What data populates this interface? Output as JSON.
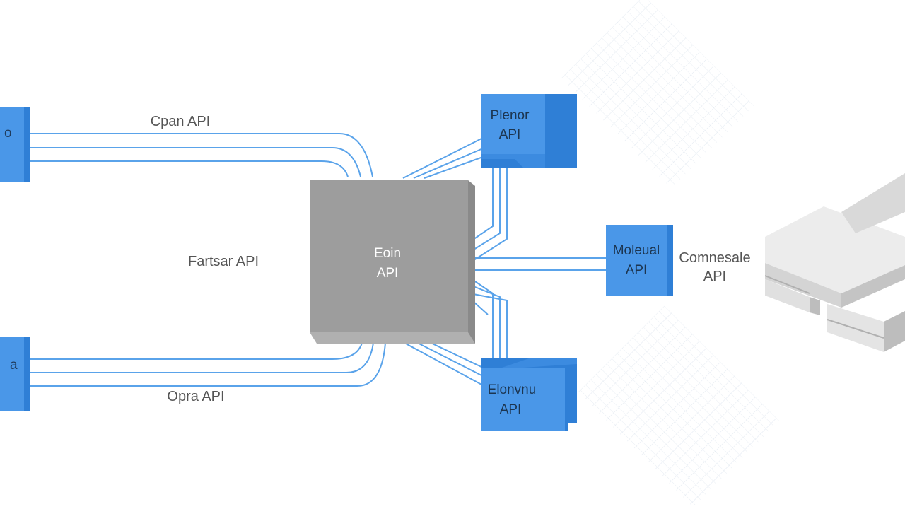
{
  "diagram": {
    "center_node": {
      "line1": "Eoin",
      "line2": "API"
    },
    "left_nodes": {
      "top_text": "o",
      "bottom_text": "a"
    },
    "right_nodes": {
      "top": {
        "line1": "Plenor",
        "line2": "API"
      },
      "middle": {
        "line1": "Moleual",
        "line2": "API"
      },
      "bottom": {
        "line1": "Elonvnu",
        "line2": "API"
      }
    },
    "edge_labels": {
      "top_left": "Cpan API",
      "middle_left": "Fartsar API",
      "bottom_left": "Opra API",
      "right_middle_line1": "Comnesale",
      "right_middle_line2": "API"
    },
    "colors": {
      "node_blue": "#4a97e8",
      "node_blue_side": "#2f7fd6",
      "center_gray": "#9d9d9d",
      "center_gray_top": "#bcbcbc",
      "center_gray_side": "#8a8a8a",
      "edge_blue": "#5aa3ea",
      "grid": "#dfe6ee",
      "label_text": "#555555"
    }
  }
}
